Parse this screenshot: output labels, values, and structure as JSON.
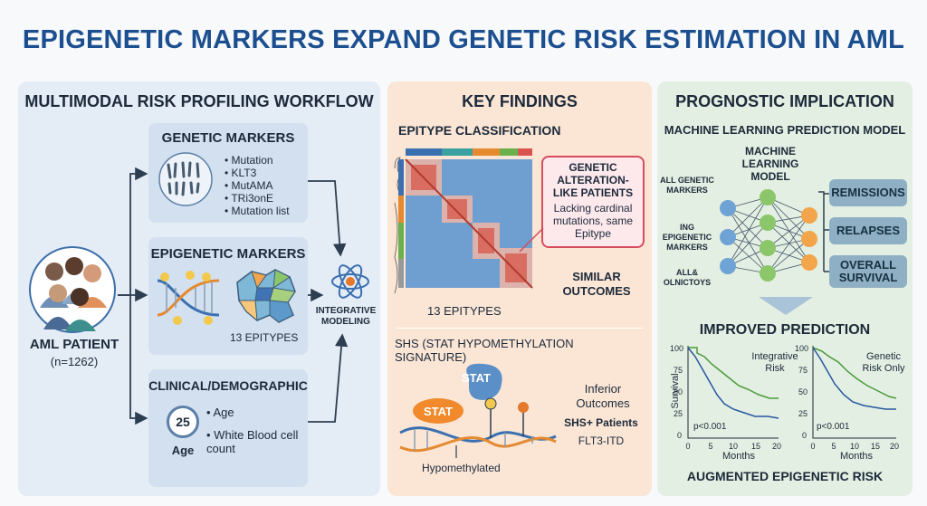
{
  "title": "EPIGENETIC MARKERS EXPAND GENETIC RISK ESTIMATION IN AML",
  "workflow": {
    "heading": "MULTIMODAL RISK PROFILING WORKFLOW",
    "patient_label": "AML PATIENT",
    "patient_n": "(n=1262)",
    "genetic": {
      "title": "GENETIC MARKERS",
      "items": [
        "Mutation",
        "KLT3",
        "MutAMA",
        "TRi3onE",
        "Mutation list"
      ]
    },
    "epigenetic": {
      "title": "EPIGENETIC MARKERS",
      "caption": "13 EPITYPES"
    },
    "clinical": {
      "title": "CLINICAL/DEMOGRAPHIC",
      "age_value": "25",
      "age_label": "Age",
      "items": [
        "Age",
        "White Blood cell count"
      ]
    },
    "integrative_label": "INTEGRATIVE MODELING"
  },
  "findings": {
    "heading": "KEY FINDINGS",
    "epitype_title": "EPITYPE CLASSIFICATION",
    "heatmap_caption": "13 EPITYPES",
    "callout_title": "GENETIC ALTERATION-LIKE PATIENTS",
    "callout_text": "Lacking cardinal mutations, same Epitype",
    "similar": "SIMILAR OUTCOMES",
    "shs_title": "SHS (STAT HYPOMETHYLATION SIGNATURE)",
    "stat_label": "STAT",
    "hypomethylated": "Hypomethylated",
    "inferior": "Inferior Outcomes",
    "shs_patients": "SHS+ Patients",
    "flt3": "FLT3-ITD"
  },
  "prognostic": {
    "heading": "PROGNOSTIC IMPLICATION",
    "model_title": "MACHINE LEARNING PREDICTION MODEL",
    "ml_label": "MACHINE LEARNING MODEL",
    "inputs": [
      "ALL GENETIC MARKERS",
      "ING EPIGENETIC MARKERS",
      "ALL& OLNICTOYS"
    ],
    "outputs": [
      "REMISSIONS",
      "RELAPSES",
      "OVERALL SURVIVAL"
    ],
    "improved": "IMPROVED PREDICTION",
    "augmented": "AUGMENTED EPIGENETIC RISK",
    "plots": [
      {
        "label": "Integrative Risk",
        "p": "p<0.001",
        "ylabel": "Survival",
        "xlabel": "Months",
        "xticks": [
          "0",
          "5",
          "10",
          "15",
          "20"
        ],
        "yticks": [
          "100",
          "75",
          "50",
          "25",
          "0"
        ]
      },
      {
        "label": "Genetic Risk Only",
        "p": "p<0.001",
        "ylabel": "",
        "xlabel": "Months",
        "xticks": [
          "0",
          "5",
          "10",
          "15",
          "20"
        ],
        "yticks": [
          "100",
          "75",
          "50",
          "25",
          "0"
        ]
      }
    ]
  },
  "colors": {
    "title": "#1c4f8f",
    "green_curve": "#4c9a3c",
    "blue_curve": "#2757a0",
    "outputs": "#8fb0c4",
    "node_blue": "#6fa3d6",
    "node_green": "#8cc66a",
    "node_orange": "#f2a54a"
  }
}
